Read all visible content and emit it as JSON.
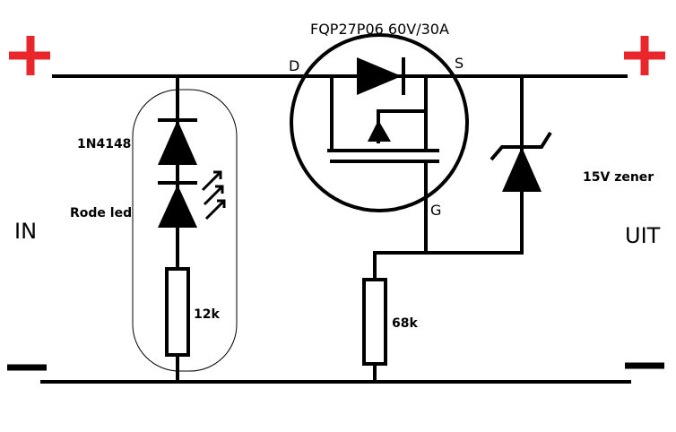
{
  "terminals": {
    "in_plus": "+",
    "in_minus": "−",
    "out_plus": "+",
    "out_minus": "−",
    "in_label": "IN",
    "out_label": "UIT",
    "plus_color": "#e8262b"
  },
  "components": {
    "mosfet_label": "FQP27P06 60V/30A",
    "drain_label": "D",
    "source_label": "S",
    "gate_label": "G",
    "diode_label": "1N4148",
    "led_label": "Rode led",
    "r1_label": "12k",
    "r2_label": "68k",
    "zener_label": "15V zener"
  }
}
